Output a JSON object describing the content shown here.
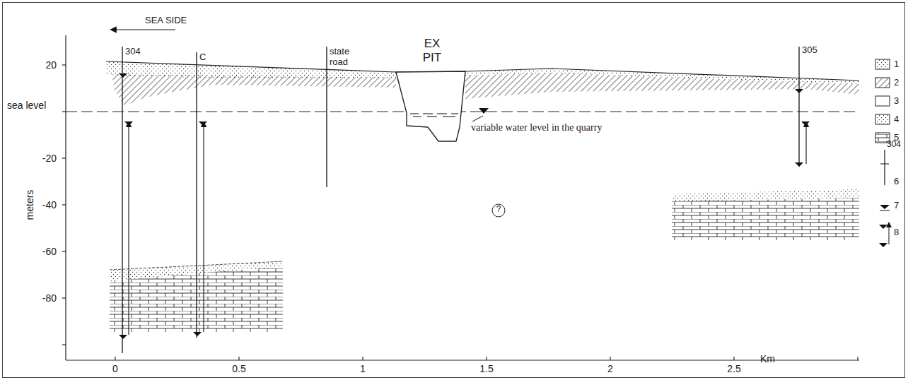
{
  "diagram": {
    "labels": [
      "SEA SIDE",
      "EX PIT",
      "304",
      "C",
      "state road",
      "305",
      "sea level",
      "variable water level in the quarry",
      "?",
      "meters",
      "20",
      "-20",
      "-40",
      "-60",
      "-80",
      "0",
      "0.5",
      "1",
      "1.5",
      "2",
      "2.5",
      "Km",
      "304"
    ],
    "legend": [
      {
        "text": "1"
      },
      {
        "text": "2"
      },
      {
        "text": "3"
      },
      {
        "text": "4"
      },
      {
        "text": "5"
      },
      {
        "text": "6"
      },
      {
        "text": "7"
      },
      {
        "text": "8"
      }
    ]
  }
}
